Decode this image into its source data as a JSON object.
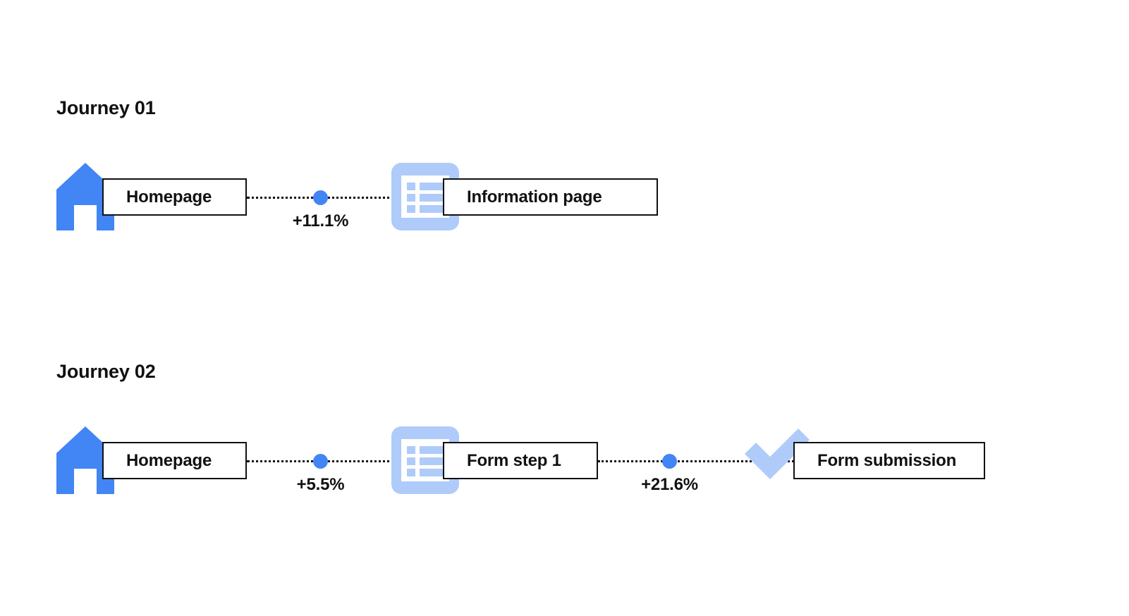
{
  "page": {
    "background": "#ffffff",
    "accent_blue": "#4285F4",
    "accent_blue_light": "#AECBFA",
    "text_color": "#111111"
  },
  "journeys": [
    {
      "title": "Journey 01",
      "nodes": [
        {
          "label": "Homepage",
          "icon": "home-icon"
        },
        {
          "label": "Information page",
          "icon": "list-page-icon"
        }
      ],
      "transitions": [
        {
          "value": "+11.1%"
        }
      ]
    },
    {
      "title": "Journey 02",
      "nodes": [
        {
          "label": "Homepage",
          "icon": "home-icon"
        },
        {
          "label": "Form step 1",
          "icon": "list-page-icon"
        },
        {
          "label": "Form submission",
          "icon": "check-icon"
        }
      ],
      "transitions": [
        {
          "value": "+5.5%"
        },
        {
          "value": "+21.6%"
        }
      ]
    }
  ]
}
